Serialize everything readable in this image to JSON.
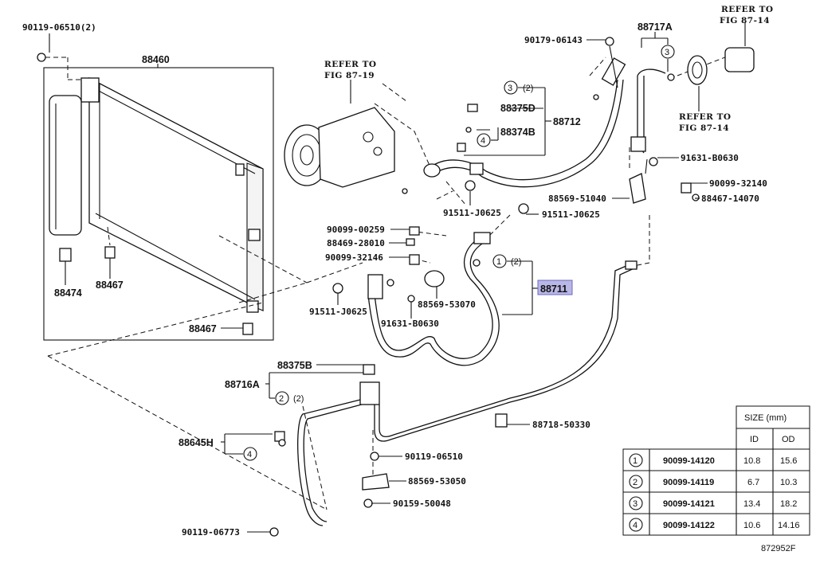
{
  "figure_code": "872952F",
  "refer_labels": {
    "fig_87_19_a": "REFER TO",
    "fig_87_19_b": "FIG 87-19",
    "fig_87_14_top_a": "REFER TO",
    "fig_87_14_top_b": "FIG 87-14",
    "fig_87_14_mid_a": "REFER TO",
    "fig_87_14_mid_b": "FIG 87-14"
  },
  "parts": {
    "p90119_06510_2": "90119-06510(2)",
    "p88460": "88460",
    "p88474": "88474",
    "p88467_a": "88467",
    "p88467_b": "88467",
    "p90179_06143": "90179-06143",
    "p88717A": "88717A",
    "p88375D": "88375D",
    "p88374B": "88374B",
    "p88712": "88712",
    "p91631_B0630_a": "91631-B0630",
    "p90099_32140": "90099-32140",
    "p88569_51040": "88569-51040",
    "p88467_14070": "88467-14070",
    "p91511_J0625_a": "91511-J0625",
    "p91511_J0625_b": "91511-J0625",
    "p90099_00259": "90099-00259",
    "p88469_28010": "88469-28010",
    "p90099_32146": "90099-32146",
    "p88711": "88711",
    "p91511_J0625_c": "91511-J0625",
    "p88569_53070": "88569-53070",
    "p91631_B0630_b": "91631-B0630",
    "p88375B": "88375B",
    "p88716A": "88716A",
    "p88645H": "88645H",
    "p88718_50330": "88718-50330",
    "p90119_06510": "90119-06510",
    "p88569_53050": "88569-53050",
    "p90159_50048": "90159-50048",
    "p90119_06773": "90119-06773"
  },
  "callouts": {
    "c3_88712": "(2)",
    "c1_88711": "(2)",
    "c2_88716A": "(2)",
    "num1": "1",
    "num2": "2",
    "num3": "3",
    "num4": "4"
  },
  "size_table": {
    "title": "SIZE (mm)",
    "col_id": "ID",
    "col_od": "OD",
    "rows": [
      {
        "key": "1",
        "part": "90099-14120",
        "id": "10.8",
        "od": "15.6"
      },
      {
        "key": "2",
        "part": "90099-14119",
        "id": "6.7",
        "od": "10.3"
      },
      {
        "key": "3",
        "part": "90099-14121",
        "id": "13.4",
        "od": "18.2"
      },
      {
        "key": "4",
        "part": "90099-14122",
        "id": "10.6",
        "od": "14.16"
      }
    ]
  }
}
